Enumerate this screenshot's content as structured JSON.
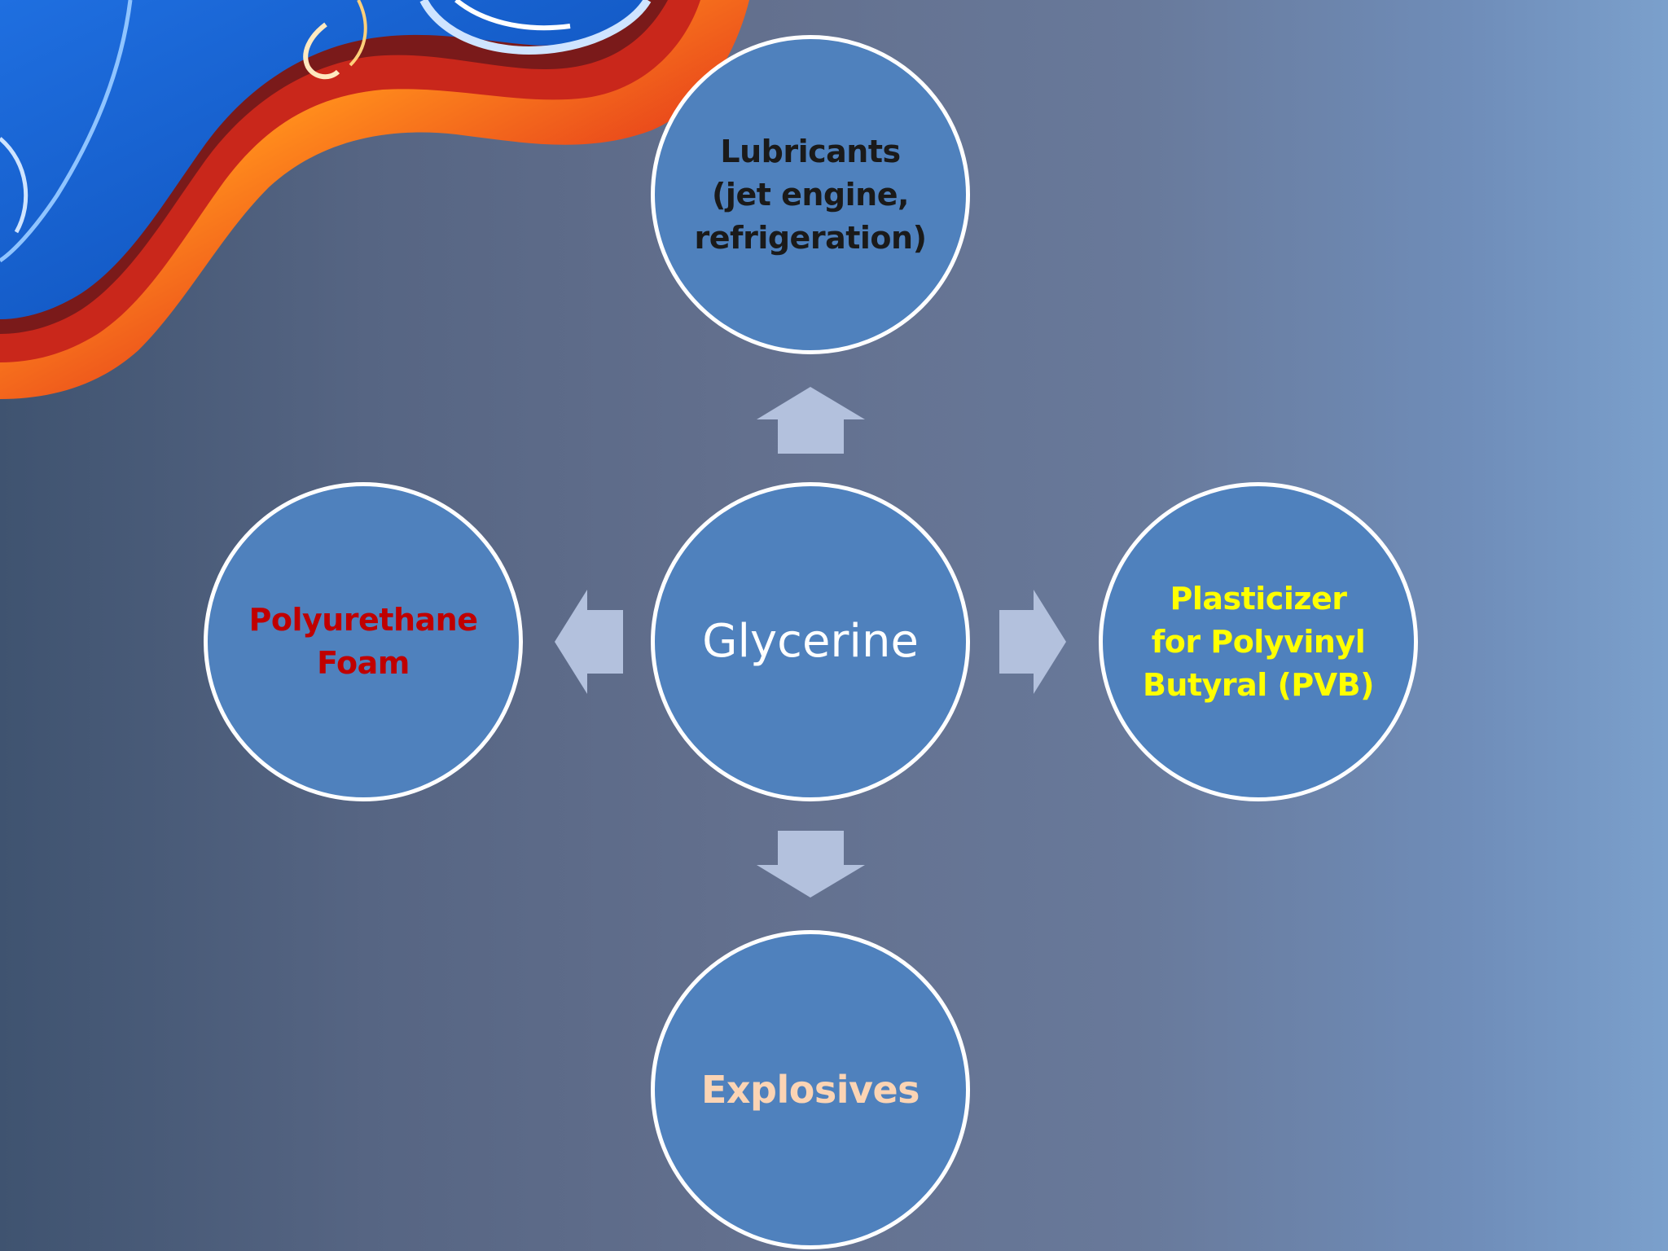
{
  "diagram": {
    "center": {
      "label": "Glycerine",
      "color": "#ffffff"
    },
    "nodes": {
      "top": {
        "label": "Lubricants\n(jet engine,\nrefrigeration)",
        "color": "#1a1a1a"
      },
      "left": {
        "label": "Polyurethane\nFoam",
        "color": "#c00000"
      },
      "right": {
        "label": "Plasticizer\nfor Polyvinyl\nButyral (PVB)",
        "color": "#ffff00"
      },
      "bottom": {
        "label": "Explosives",
        "color": "#fbd4b4"
      }
    },
    "circle_fill": "#4f81bd",
    "circle_border": "#ffffff",
    "arrow_color": "#b3c1dd"
  }
}
